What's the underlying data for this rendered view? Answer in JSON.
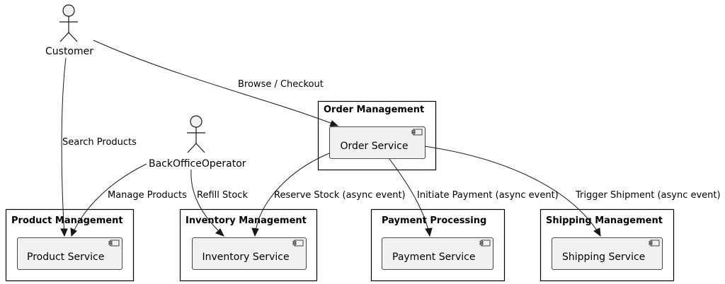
{
  "actors": {
    "customer": "Customer",
    "operator": "BackOfficeOperator"
  },
  "packages": {
    "order": "Order Management",
    "product": "Product Management",
    "inventory": "Inventory Management",
    "payment": "Payment Processing",
    "shipping": "Shipping Management"
  },
  "components": {
    "order": "Order Service",
    "product": "Product Service",
    "inventory": "Inventory Service",
    "payment": "Payment Service",
    "shipping": "Shipping Service"
  },
  "edges": {
    "browse": "Browse / Checkout",
    "search": "Search Products",
    "manage": "Manage Products",
    "refill": "Refill Stock",
    "reserve": "Reserve Stock (async event)",
    "payment": "Initiate Payment (async event)",
    "shipment": "Trigger Shipment (async event)"
  }
}
